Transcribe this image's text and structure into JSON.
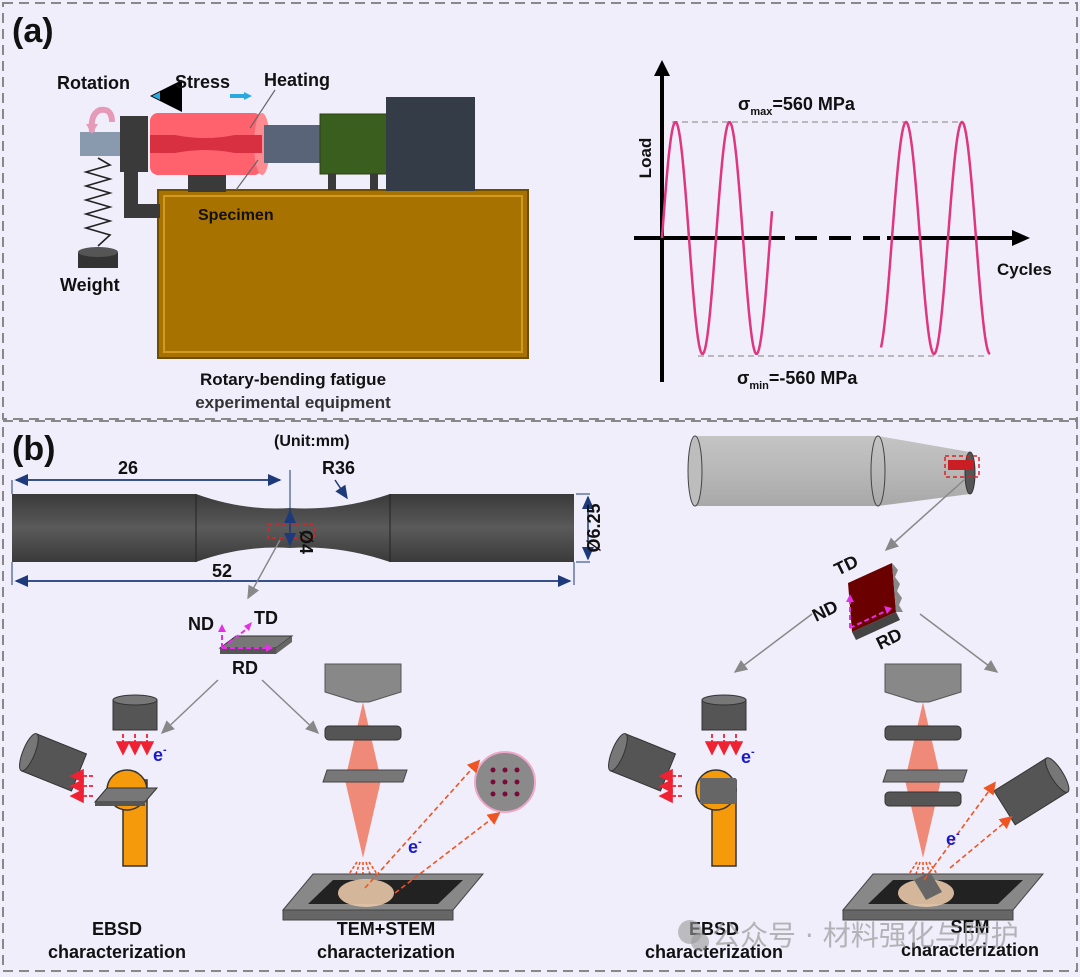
{
  "panel_a": {
    "label": "(a)",
    "equipment": {
      "rotation": "Rotation",
      "stress": "Stress",
      "heating": "Heating",
      "specimen": "Specimen",
      "weight": "Weight",
      "caption_line1": "Rotary-bending fatigue",
      "caption_line2": "experimental equipment"
    },
    "load_plot": {
      "y_axis": "Load",
      "x_axis": "Cycles",
      "sigma_max_symbol": "σ",
      "sigma_max_sub": "max",
      "sigma_max_value": "=560 MPa",
      "sigma_min_symbol": "σ",
      "sigma_min_sub": "min",
      "sigma_min_value": "=-560 MPa",
      "amplitude_mpa": 560,
      "wave_color": "#e0367f"
    }
  },
  "panel_b": {
    "label": "(b)",
    "unit": "(Unit:mm)",
    "dimensions": {
      "grip_length": "26",
      "radius": "R36",
      "gauge_diameter": "Ø4",
      "total_length": "52",
      "grip_diameter": "Ø6.25"
    },
    "axes_left": {
      "nd": "ND",
      "td": "TD",
      "rd": "RD"
    },
    "axes_right": {
      "nd": "ND",
      "td": "TD",
      "rd": "RD"
    },
    "electron": "e",
    "electron_sup": "-",
    "methods": [
      {
        "line1": "EBSD",
        "line2": "characterization"
      },
      {
        "line1": "TEM+STEM",
        "line2": "characterization"
      },
      {
        "line1": "EBSD",
        "line2": "characterization"
      },
      {
        "line1": "SEM",
        "line2": "characterization"
      }
    ]
  },
  "watermark": "公众号 · 材料强化与防护",
  "colors": {
    "background": "#f1eefb",
    "base_gold": "#a87200",
    "heater_red": "#ff5a64",
    "motor_green": "#3a5e1e",
    "motor_dark": "#343c48",
    "orange_stage": "#f59a0a",
    "beam": "#f07860",
    "axis_magenta": "#e62ee6",
    "electron_blue": "#1a1acc"
  }
}
